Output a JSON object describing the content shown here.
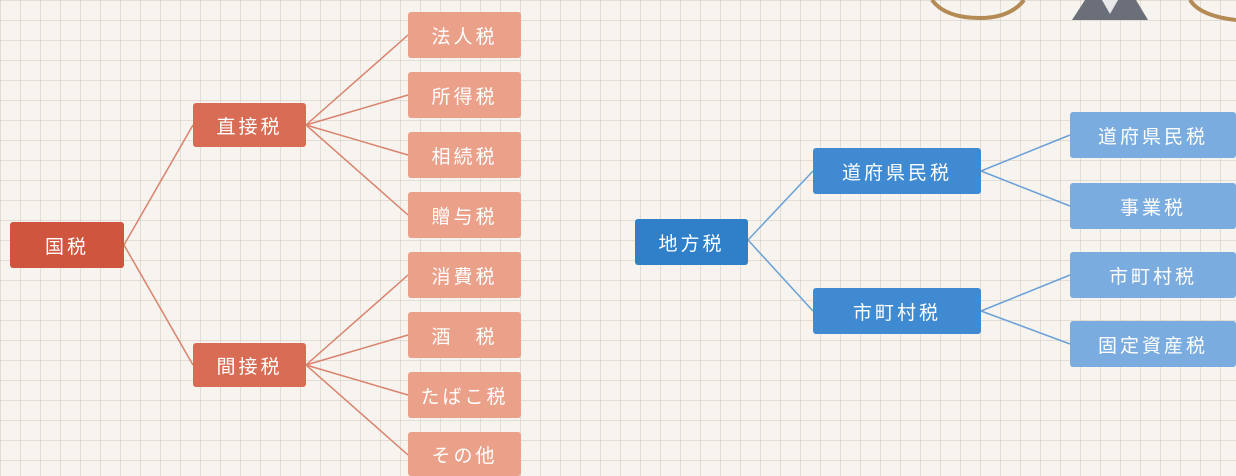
{
  "national": {
    "root": "国税",
    "direct": {
      "label": "直接税",
      "items": [
        "法人税",
        "所得税",
        "相続税",
        "贈与税"
      ]
    },
    "indirect": {
      "label": "間接税",
      "items": [
        "消費税",
        "酒　税",
        "たばこ税",
        "その他"
      ]
    }
  },
  "local": {
    "root": "地方税",
    "prefectural": {
      "label": "道府県民税",
      "items": [
        "道府県民税",
        "事業税"
      ]
    },
    "municipal": {
      "label": "市町村税",
      "items": [
        "市町村税",
        "固定資産税"
      ]
    }
  },
  "colors": {
    "red_root": "#d0553f",
    "red_mid": "#d96c55",
    "red_leaf": "#eba08a",
    "red_line": "#d9826c",
    "blue_root": "#2f7fc9",
    "blue_mid": "#3f8ad0",
    "blue_leaf": "#7bacdf",
    "blue_line": "#6aa0d8"
  }
}
